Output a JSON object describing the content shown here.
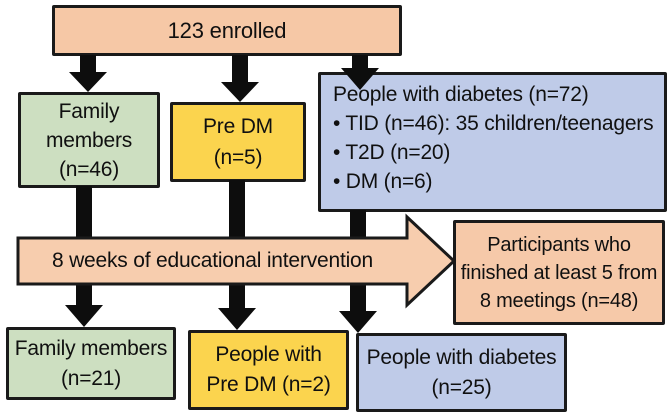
{
  "colors": {
    "peach": "#F6C8A6",
    "green": "#CDDFC1",
    "yellow": "#FBD44E",
    "blue": "#BFCBE8",
    "border": "#1a1a1a",
    "arrow_black": "#0d0d0d"
  },
  "boxes": {
    "enrolled": {
      "label": "123 enrolled"
    },
    "family_top": {
      "label": "Family\nmembers\n(n=46)"
    },
    "predm_top": {
      "label": "Pre DM\n(n=5)"
    },
    "diabetes_top": {
      "title": "People with diabetes (n=72)",
      "bullets": [
        "• TID (n=46): 35 children/teenagers",
        "• T2D (n=20)",
        "• DM (n=6)"
      ]
    },
    "intervention_arrow": {
      "label": "8 weeks of educational intervention"
    },
    "participants": {
      "label": "Participants who\nfinished at least 5 from\n8 meetings (n=48)"
    },
    "family_bottom": {
      "label": "Family members\n(n=21)"
    },
    "predm_bottom": {
      "label": "People with\nPre DM (n=2)"
    },
    "diabetes_bottom": {
      "label": "People with diabetes\n(n=25)"
    }
  }
}
